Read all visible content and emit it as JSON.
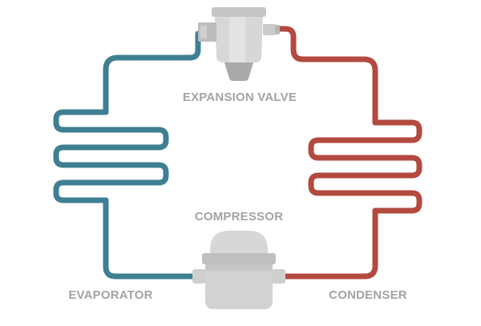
{
  "labels": {
    "expansion_valve": "EXPANSION VALVE",
    "compressor": "COMPRESSOR",
    "evaporator": "EVAPORATOR",
    "condenser": "CONDENSER"
  },
  "colors": {
    "cold_line": "#3f7f93",
    "hot_line": "#b3493f",
    "component_light": "#d9d9d9",
    "component_mid": "#c4c4c4",
    "component_dark": "#a8a8a8",
    "label": "#a3a3a3"
  }
}
